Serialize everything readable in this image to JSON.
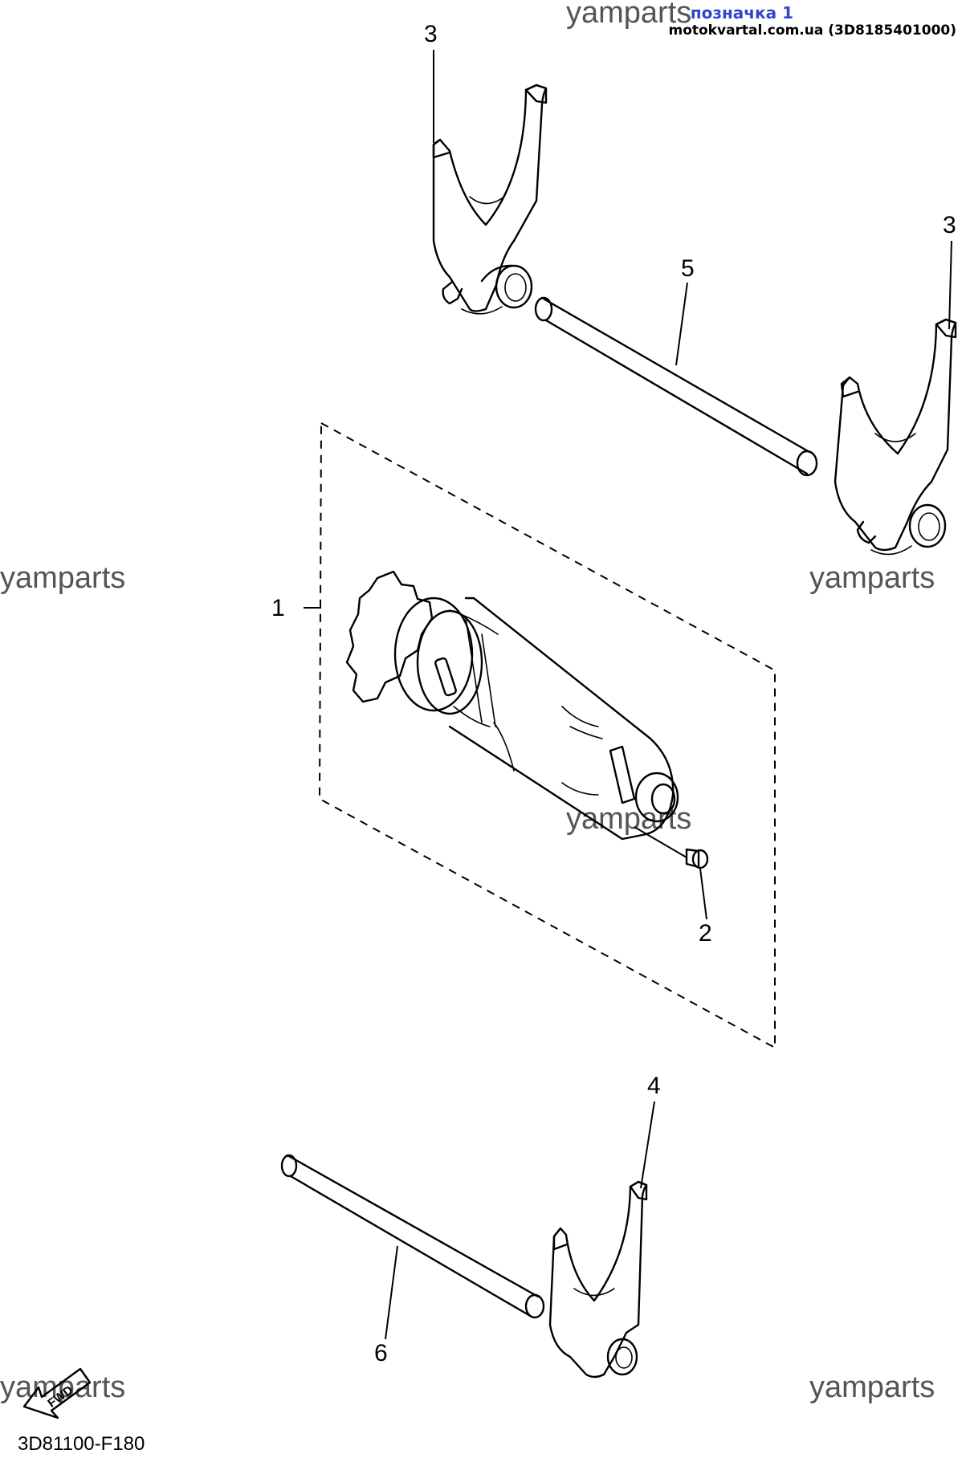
{
  "header": {
    "label": "позначка 1",
    "reference": "motokvartal.com.ua (3D8185401000)"
  },
  "watermark": "yamparts",
  "diagram_code": "3D81100-F180",
  "fwd_label": "FWD",
  "callouts": {
    "c1": "1",
    "c2": "2",
    "c3a": "3",
    "c3b": "3",
    "c4": "4",
    "c5": "5",
    "c6": "6"
  },
  "colors": {
    "header_label": "#3344cc",
    "watermark": "#555555",
    "line": "#000000"
  }
}
